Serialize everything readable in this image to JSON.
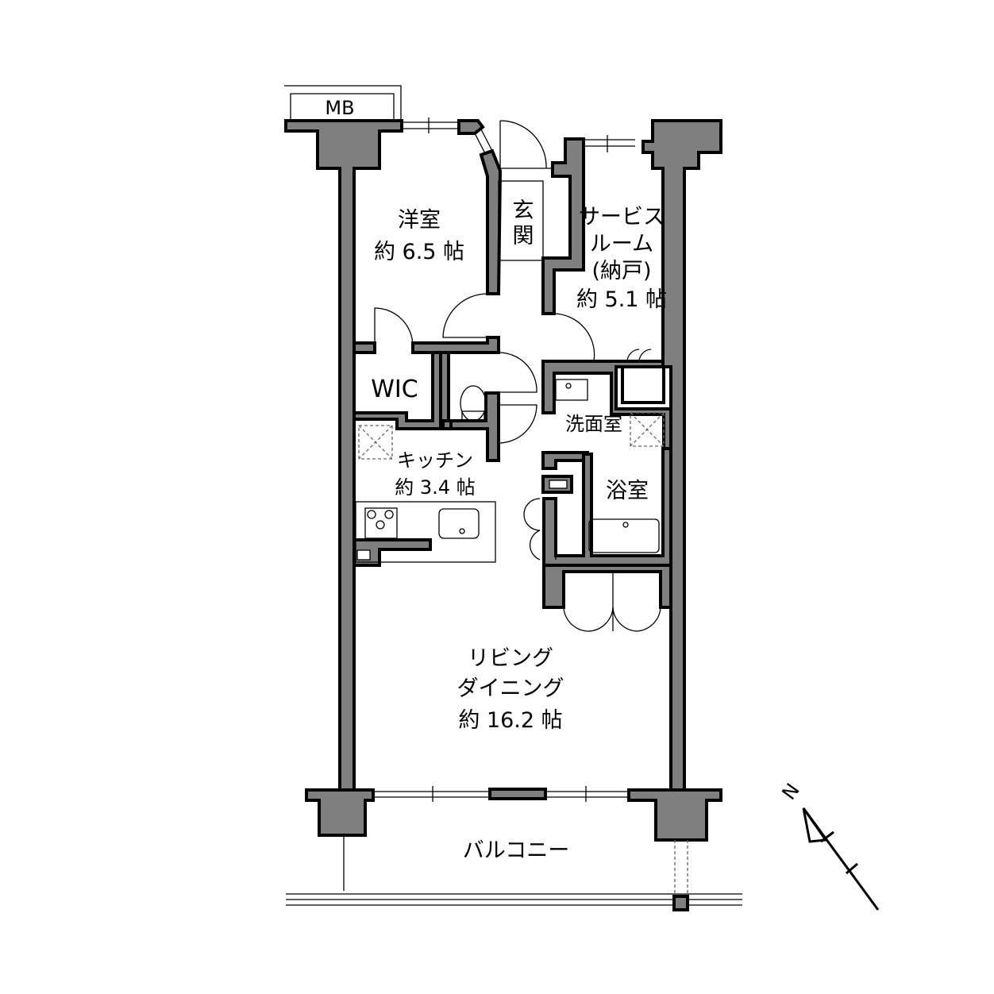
{
  "plan": {
    "meter_box": "MB",
    "rooms": {
      "western_room": {
        "name": "洋室",
        "size": "約 6.5 帖"
      },
      "entrance": {
        "line1": "玄",
        "line2": "関"
      },
      "service_room": {
        "line1": "サービス",
        "line2": "ルーム",
        "line3": "(納戸)",
        "size": "約 5.1 帖"
      },
      "wic": {
        "name": "WIC"
      },
      "washroom": {
        "name": "洗面室"
      },
      "kitchen": {
        "name": "キッチン",
        "size": "約 3.4 帖"
      },
      "bathroom": {
        "name": "浴室"
      },
      "ldk": {
        "line1": "リビング",
        "line2": "ダイニング",
        "size": "約 16.2 帖"
      },
      "balcony": {
        "name": "バルコニー"
      }
    },
    "compass": {
      "label": "N"
    }
  },
  "colors": {
    "wall": "#7f7f7f",
    "line": "#000000"
  }
}
